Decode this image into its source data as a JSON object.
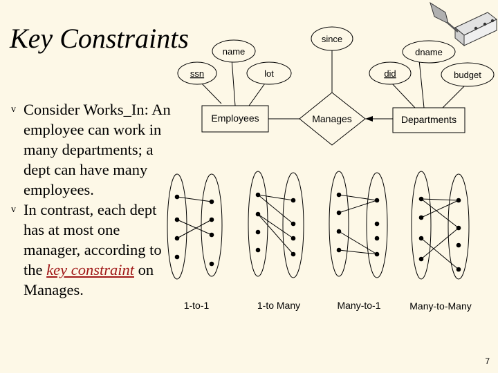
{
  "slide": {
    "title": "Key Constraints",
    "page_number": "7"
  },
  "bullets": [
    {
      "marker": "v",
      "text": "Consider Works_In: An employee can work in many departments; a dept can have many employees."
    },
    {
      "marker": "v",
      "text_before": "In contrast, each dept has at most one manager, according to the ",
      "key_term": "key constraint",
      "text_after": " on Manages."
    }
  ],
  "er": {
    "entities": {
      "employees": "Employees",
      "departments": "Departments"
    },
    "relationship": "Manages",
    "attributes": {
      "since": "since",
      "name": "name",
      "dname": "dname",
      "ssn": "ssn",
      "lot": "lot",
      "did": "did",
      "budget": "budget"
    }
  },
  "cardinality": {
    "one_to_one": "1-to-1",
    "one_to_many": "1-to Many",
    "many_to_one": "Many-to-1",
    "many_to_many": "Many-to-Many"
  },
  "colors": {
    "background": "#fdf8e7",
    "key_term": "#a01818"
  }
}
